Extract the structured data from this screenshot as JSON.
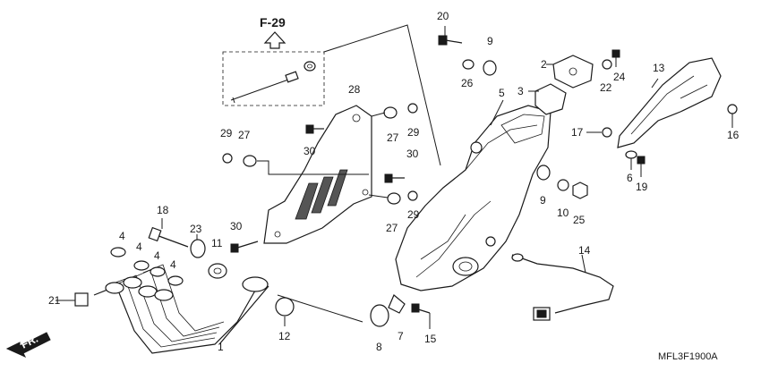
{
  "reference": {
    "label": "F-29"
  },
  "diagram_code": "MFL3F1900A",
  "front_indicator": "FR.",
  "callouts": {
    "c1": "1",
    "c2": "2",
    "c3": "3",
    "c4a": "4",
    "c4b": "4",
    "c4c": "4",
    "c4d": "4",
    "c5": "5",
    "c6": "6",
    "c7": "7",
    "c8": "8",
    "c9a": "9",
    "c9b": "9",
    "c10": "10",
    "c11": "11",
    "c12": "12",
    "c13": "13",
    "c14": "14",
    "c15": "15",
    "c16": "16",
    "c17": "17",
    "c18": "18",
    "c19": "19",
    "c20": "20",
    "c21": "21",
    "c22": "22",
    "c23": "23",
    "c24": "24",
    "c25": "25",
    "c26": "26",
    "c27a": "27",
    "c27b": "27",
    "c27c": "27",
    "c28": "28",
    "c29a": "29",
    "c29b": "29",
    "c29c": "29",
    "c30a": "30",
    "c30b": "30",
    "c30c": "30"
  }
}
